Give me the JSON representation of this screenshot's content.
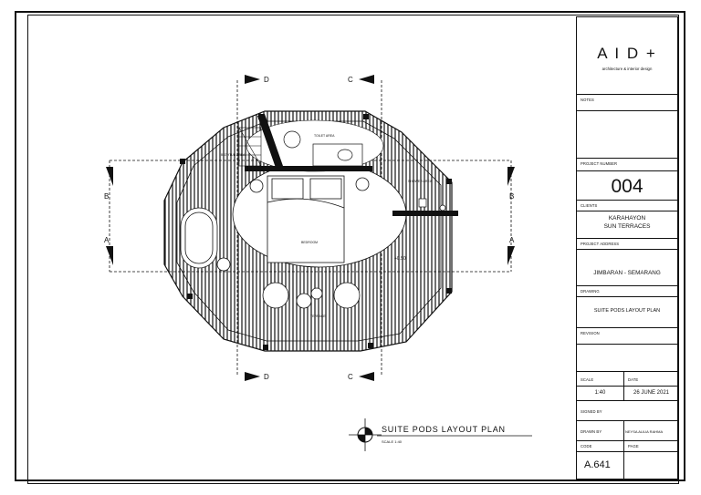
{
  "drawing": {
    "title": "SUITE PODS LAYOUT PLAN",
    "scale_note": "SCALE 1:40",
    "section_markers": {
      "top_left": "D",
      "top_right": "C",
      "bottom_left": "D",
      "bottom_right": "C",
      "left_upper": "B",
      "left_lower": "A",
      "right_upper": "B",
      "right_lower": "A"
    },
    "room_labels": {
      "toilet_area": "TOILET AREA",
      "shower_area": "SHOWER AREA",
      "bedroom": "BEDROOM",
      "terrace": "TERRACE",
      "bathtub": "BATHTUB AREA",
      "level": "+0.50"
    }
  },
  "title_block": {
    "logo_letters": "A I D +",
    "logo_tagline": "architecture & interior design",
    "notes_label": "NOTES",
    "project_number_label": "PROJECT NUMBER",
    "project_number": "004",
    "clients_label": "CLIENTS",
    "client_line1": "KARAHAYON",
    "client_line2": "SUN TERRACES",
    "address_label": "PROJECT ADDRESS",
    "address": "JIMBARAN - SEMARANG",
    "drawing_label": "DRAWING",
    "drawing_name": "SUITE PODS LAYOUT PLAN",
    "revision_label": "REVISION",
    "scale_label": "SCALE",
    "scale": "1:40",
    "date_label": "DATE",
    "date": "26 JUNE 2021",
    "signed_label": "SIGNED BY",
    "drawn_label": "DRAWN BY",
    "drawn_by": "NEYSA AULIA RAHMA",
    "code_label": "CODE",
    "page_label": "PAGE",
    "code": "A.641"
  }
}
